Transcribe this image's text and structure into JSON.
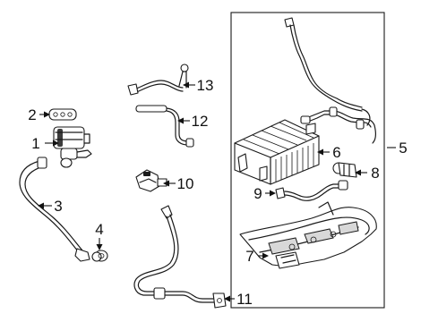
{
  "callouts": [
    {
      "id": "1",
      "text": "1"
    },
    {
      "id": "2",
      "text": "2"
    },
    {
      "id": "3",
      "text": "3"
    },
    {
      "id": "4",
      "text": "4"
    },
    {
      "id": "5",
      "text": "5"
    },
    {
      "id": "6",
      "text": "6"
    },
    {
      "id": "7",
      "text": "7"
    },
    {
      "id": "8",
      "text": "8"
    },
    {
      "id": "9",
      "text": "9"
    },
    {
      "id": "10",
      "text": "10"
    },
    {
      "id": "11",
      "text": "11"
    },
    {
      "id": "12",
      "text": "12"
    },
    {
      "id": "13",
      "text": "13"
    }
  ],
  "colors": {
    "line": "#1a1a1a",
    "background": "#ffffff",
    "shade": "#d8d8d8"
  }
}
